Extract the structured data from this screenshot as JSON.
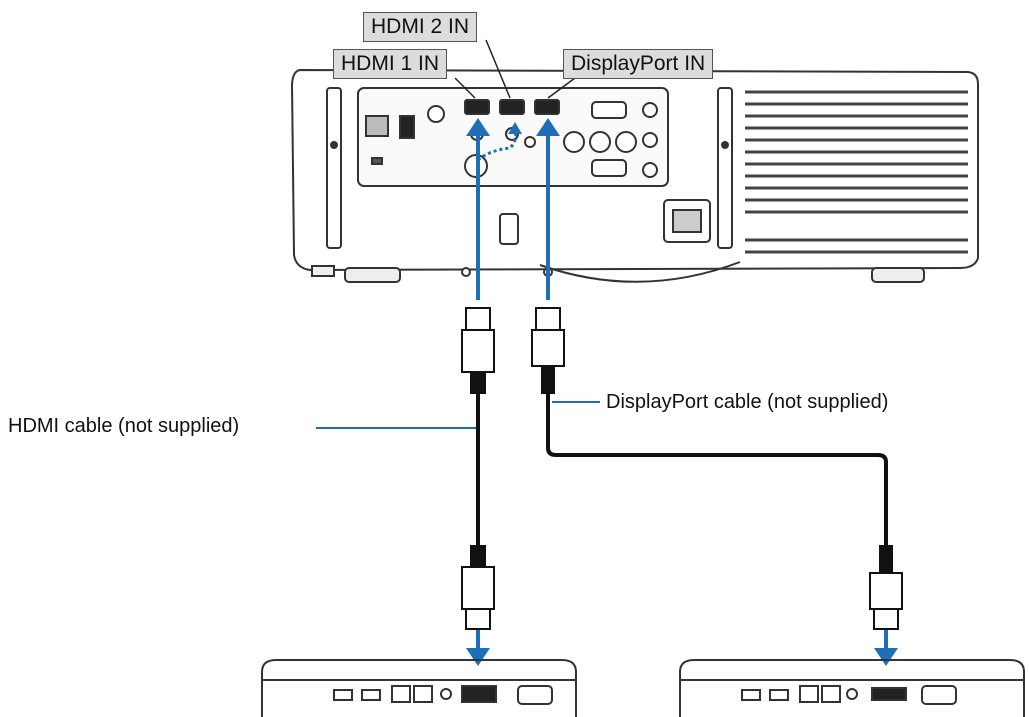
{
  "labels": {
    "hdmi2_in": "HDMI 2 IN",
    "hdmi1_in": "HDMI 1 IN",
    "displayport_in": "DisplayPort IN",
    "hdmi_cable": "HDMI cable (not supplied)",
    "displayport_cable": "DisplayPort cable (not supplied)"
  },
  "colors": {
    "arrow_blue": "#1f6fb8",
    "cable": "#111111",
    "outline": "#333333",
    "callout_fill": "#dcdcdc"
  }
}
